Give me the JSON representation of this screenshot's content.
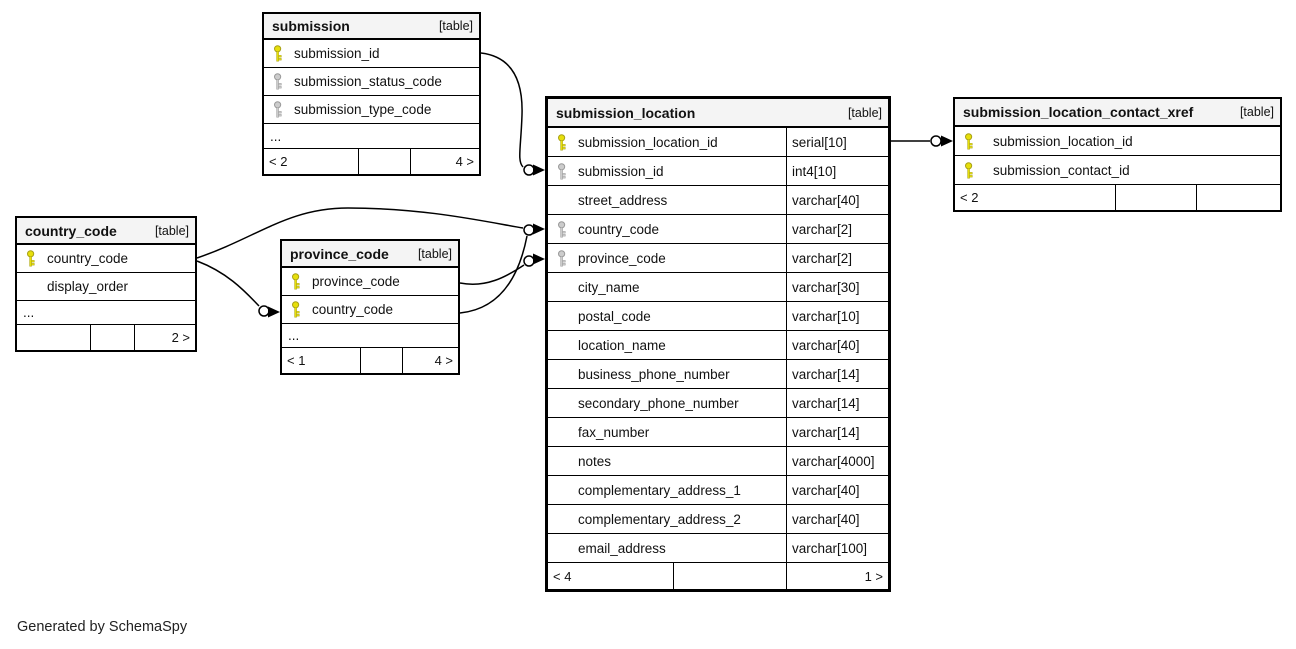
{
  "app": {
    "footer_note": "Generated by SchemaSpy"
  },
  "colors": {
    "key_gold": "#e7df0b",
    "key_gold_edge": "#a8a116",
    "key_gray": "#cccccc",
    "key_gray_edge": "#999999",
    "header_bg": "#f4f4f4",
    "line": "#000000"
  },
  "tables": {
    "submission": {
      "title": "submission",
      "tag": "[table]",
      "rows": [
        {
          "key": "gold",
          "name": "submission_id"
        },
        {
          "key": "gray",
          "name": "submission_status_code"
        },
        {
          "key": "gray",
          "name": "submission_type_code"
        }
      ],
      "ellipsis": "...",
      "footer": {
        "left": "< 2",
        "mid": "",
        "right": "4 >"
      }
    },
    "submission_location": {
      "title": "submission_location",
      "tag": "[table]",
      "rows": [
        {
          "key": "gold",
          "name": "submission_location_id",
          "type": "serial[10]"
        },
        {
          "key": "gray",
          "name": "submission_id",
          "type": "int4[10]"
        },
        {
          "key": "none",
          "name": "street_address",
          "type": "varchar[40]"
        },
        {
          "key": "gray",
          "name": "country_code",
          "type": "varchar[2]"
        },
        {
          "key": "gray",
          "name": "province_code",
          "type": "varchar[2]"
        },
        {
          "key": "none",
          "name": "city_name",
          "type": "varchar[30]"
        },
        {
          "key": "none",
          "name": "postal_code",
          "type": "varchar[10]"
        },
        {
          "key": "none",
          "name": "location_name",
          "type": "varchar[40]"
        },
        {
          "key": "none",
          "name": "business_phone_number",
          "type": "varchar[14]"
        },
        {
          "key": "none",
          "name": "secondary_phone_number",
          "type": "varchar[14]"
        },
        {
          "key": "none",
          "name": "fax_number",
          "type": "varchar[14]"
        },
        {
          "key": "none",
          "name": "notes",
          "type": "varchar[4000]"
        },
        {
          "key": "none",
          "name": "complementary_address_1",
          "type": "varchar[40]"
        },
        {
          "key": "none",
          "name": "complementary_address_2",
          "type": "varchar[40]"
        },
        {
          "key": "none",
          "name": "email_address",
          "type": "varchar[100]"
        }
      ],
      "footer": {
        "left": "< 4",
        "mid": "",
        "right": "1 >"
      }
    },
    "submission_location_contact_xref": {
      "title": "submission_location_contact_xref",
      "tag": "[table]",
      "rows": [
        {
          "key": "gold",
          "name": "submission_location_id"
        },
        {
          "key": "gold",
          "name": "submission_contact_id"
        }
      ],
      "footer": {
        "left": "< 2",
        "mid": "",
        "right": ""
      }
    },
    "country_code": {
      "title": "country_code",
      "tag": "[table]",
      "rows": [
        {
          "key": "gold",
          "name": "country_code"
        },
        {
          "key": "none",
          "name": "display_order"
        }
      ],
      "ellipsis": "...",
      "footer": {
        "left": "",
        "mid": "",
        "right": "2 >"
      }
    },
    "province_code": {
      "title": "province_code",
      "tag": "[table]",
      "rows": [
        {
          "key": "gold",
          "name": "province_code"
        },
        {
          "key": "gold",
          "name": "country_code"
        }
      ],
      "ellipsis": "...",
      "footer": {
        "left": "< 1",
        "mid": "",
        "right": "4 >"
      }
    }
  },
  "relationships": [
    {
      "from": "submission.submission_id",
      "to": "submission_location.submission_id"
    },
    {
      "from": "submission_location.submission_location_id",
      "to": "submission_location_contact_xref.submission_location_id"
    },
    {
      "from": "country_code.country_code",
      "to": "submission_location.country_code"
    },
    {
      "from": "country_code.country_code",
      "to": "province_code.country_code"
    },
    {
      "from": "province_code.province_code",
      "to": "submission_location.province_code"
    },
    {
      "from": "province_code.country_code",
      "to": "submission_location.country_code"
    }
  ]
}
